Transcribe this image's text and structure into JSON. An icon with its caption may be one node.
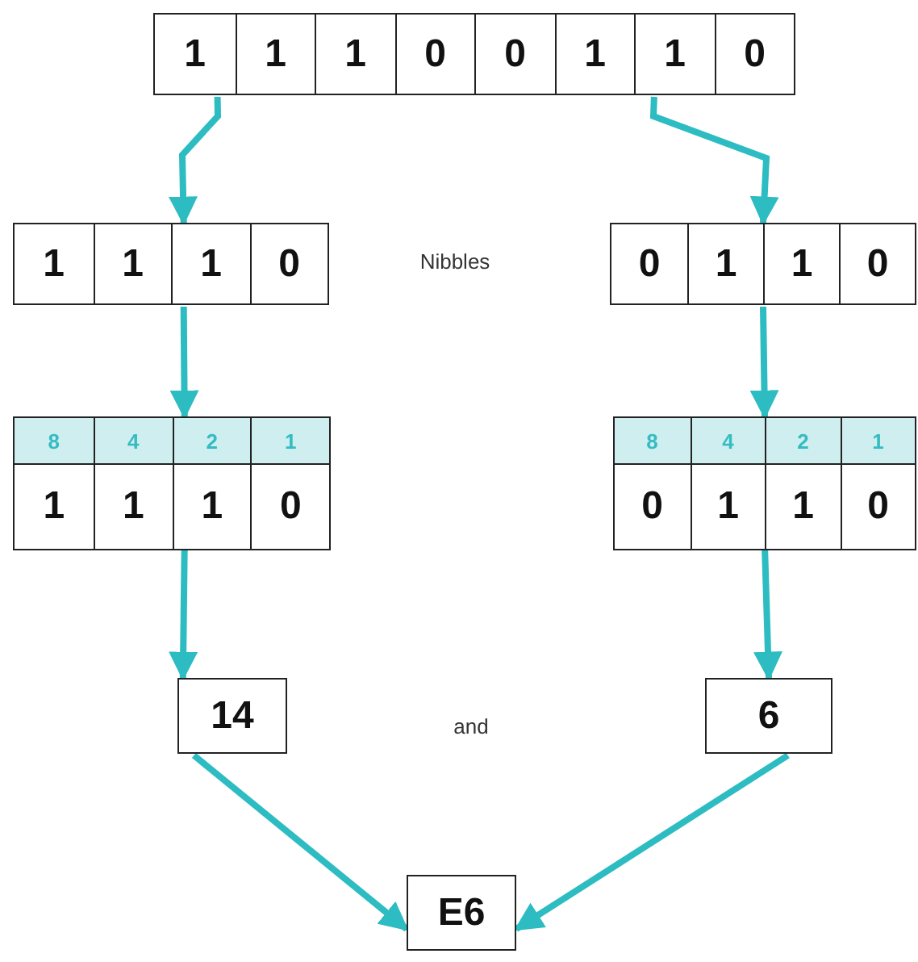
{
  "diagram": {
    "nodes": [
      {
        "text": [
          "1",
          "1",
          "1",
          "0",
          "0",
          "1",
          "1",
          "0"
        ]
      },
      {
        "text": [
          "1",
          "1",
          "1",
          "0"
        ]
      },
      {
        "text": [
          "0",
          "1",
          "1",
          "0"
        ]
      },
      {
        "text": [
          "8",
          "4",
          "2",
          "1",
          "1",
          "1",
          "1",
          "0"
        ]
      },
      {
        "text": [
          "8",
          "4",
          "2",
          "1",
          "0",
          "1",
          "1",
          "0"
        ]
      },
      {
        "text": [
          "14"
        ]
      },
      {
        "text": [
          "6"
        ]
      },
      {
        "text": [
          "E6"
        ]
      }
    ],
    "edges": [
      {
        "from": 0,
        "to": 1,
        "arrow": "to"
      },
      {
        "from": 0,
        "to": 2,
        "arrow": "to"
      },
      {
        "from": 1,
        "to": 3,
        "arrow": "to"
      },
      {
        "from": 2,
        "to": 4,
        "arrow": "to"
      },
      {
        "from": 3,
        "to": 5,
        "arrow": "to"
      },
      {
        "from": 4,
        "to": 6,
        "arrow": "to"
      },
      {
        "from": 5,
        "to": 7,
        "arrow": "to"
      },
      {
        "from": 6,
        "to": 7,
        "arrow": "to"
      }
    ],
    "labels": [
      "Nibbles",
      "and"
    ]
  }
}
